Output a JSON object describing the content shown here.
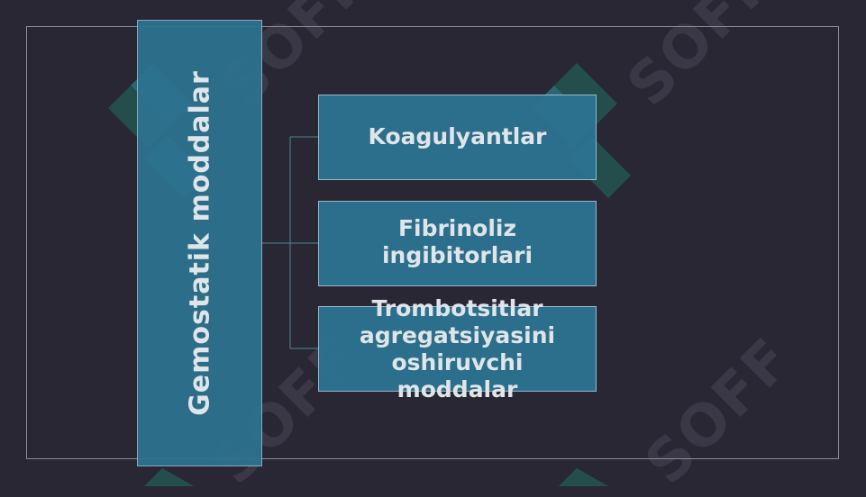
{
  "diagram": {
    "root_label": "Gemostatik moddalar",
    "children": [
      {
        "label": "Koagulyantlar"
      },
      {
        "label": "Fibrinoliz\ningibitorlari"
      },
      {
        "label": "Trombotsitlar\nagregatsiyasini\noshiruvchi\nmoddalar"
      }
    ]
  },
  "watermark": {
    "text": "SOFF"
  },
  "colors": {
    "background": "#2a2735",
    "box_fill": "#2d7391",
    "text": "#dfe5e8",
    "watermark_logo": "#2a9aa8"
  }
}
